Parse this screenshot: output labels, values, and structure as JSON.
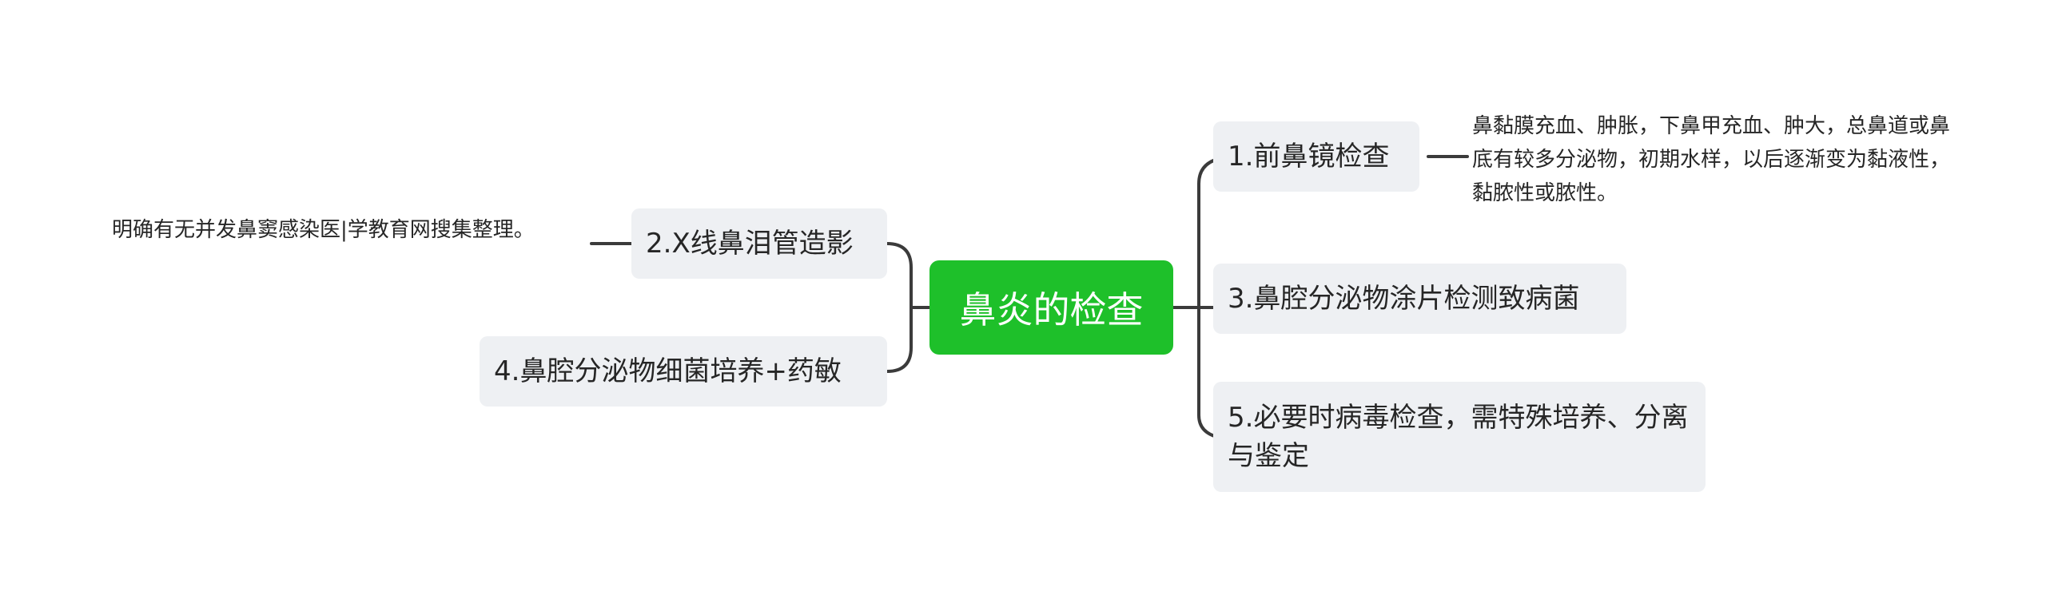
{
  "root": {
    "label": "鼻炎的检查"
  },
  "branches": {
    "b1": {
      "label": "1.前鼻镜检查",
      "note": "鼻黏膜充血、肿胀，下鼻甲充血、肿大，总鼻道或鼻底有较多分泌物，初期水样，以后逐渐变为黏液性，黏脓性或脓性。"
    },
    "b2": {
      "label": "2.X线鼻泪管造影",
      "note": "明确有无并发鼻窦感染医|学教育网搜集整理。"
    },
    "b3": {
      "label": "3.鼻腔分泌物涂片检测致病菌"
    },
    "b4": {
      "label": "4.鼻腔分泌物细菌培养+药敏"
    },
    "b5": {
      "label": "5.必要时病毒检查，需特殊培养、分离与鉴定"
    }
  },
  "colors": {
    "root_bg": "#1ec02a",
    "node_bg": "#eef0f3",
    "line": "#3b3b3b"
  }
}
